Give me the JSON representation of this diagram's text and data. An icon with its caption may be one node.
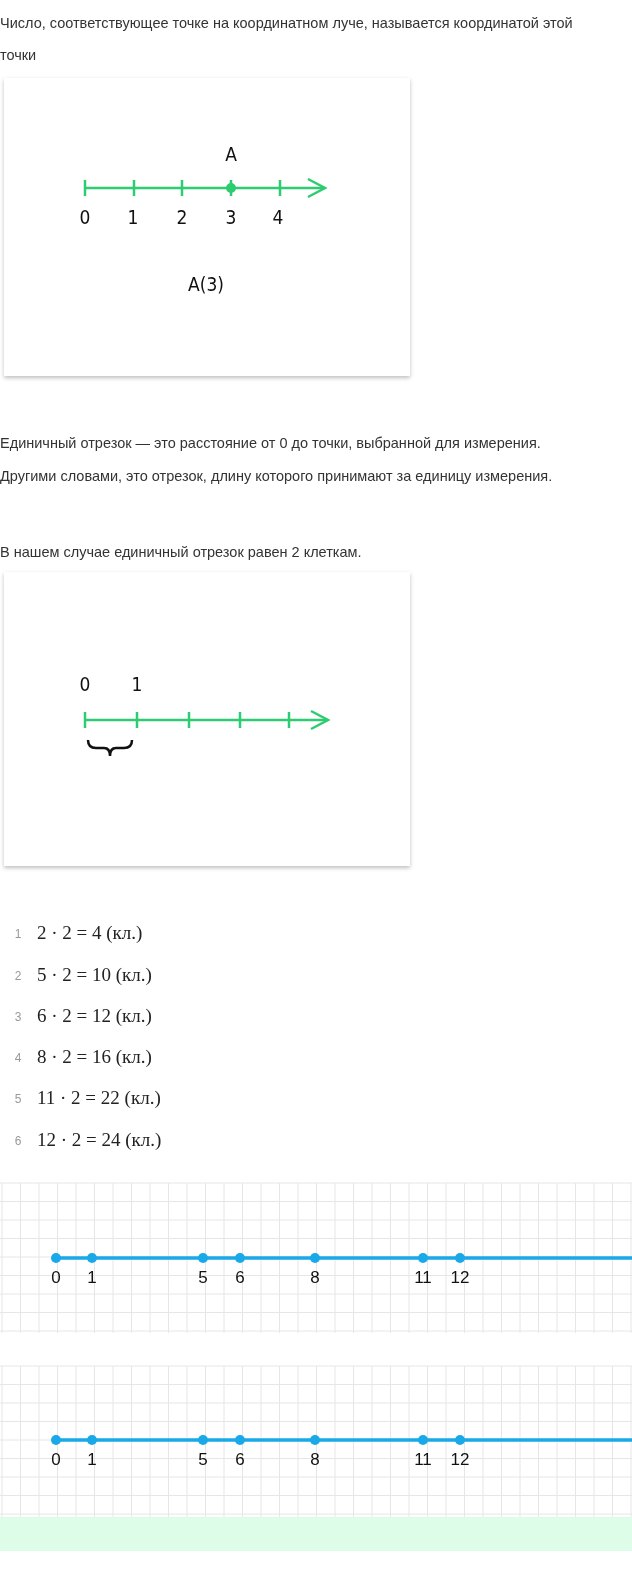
{
  "diagram": {
    "labels": [
      "Число, соответствующее точке на координатном луче, называется координатой этой точки",
      "A",
      "0",
      "1",
      "2",
      "3",
      "4",
      "A(3)",
      "Единичный отрезок — это расстояние от 0 до точки, выбранной для измерения. Другими словами, это отрезок, длину которого принимают за единицу измерения.",
      "В нашем случае единичный отрезок равен 2 клеткам.",
      "0",
      "1",
      "1",
      "2 · 2 = 4 (кл.)",
      "2",
      "5 · 2 = 10 (кл.)",
      "3",
      "6 · 2 = 12 (кл.)",
      "4",
      "8 · 2 = 16 (кл.)",
      "5",
      "11 · 2 = 22 (кл.)",
      "6",
      "12 · 2 = 24 (кл.)",
      "0",
      "1",
      "5",
      "6",
      "8",
      "11",
      "12",
      "0",
      "1",
      "5",
      "6",
      "8",
      "11",
      "12"
    ]
  }
}
